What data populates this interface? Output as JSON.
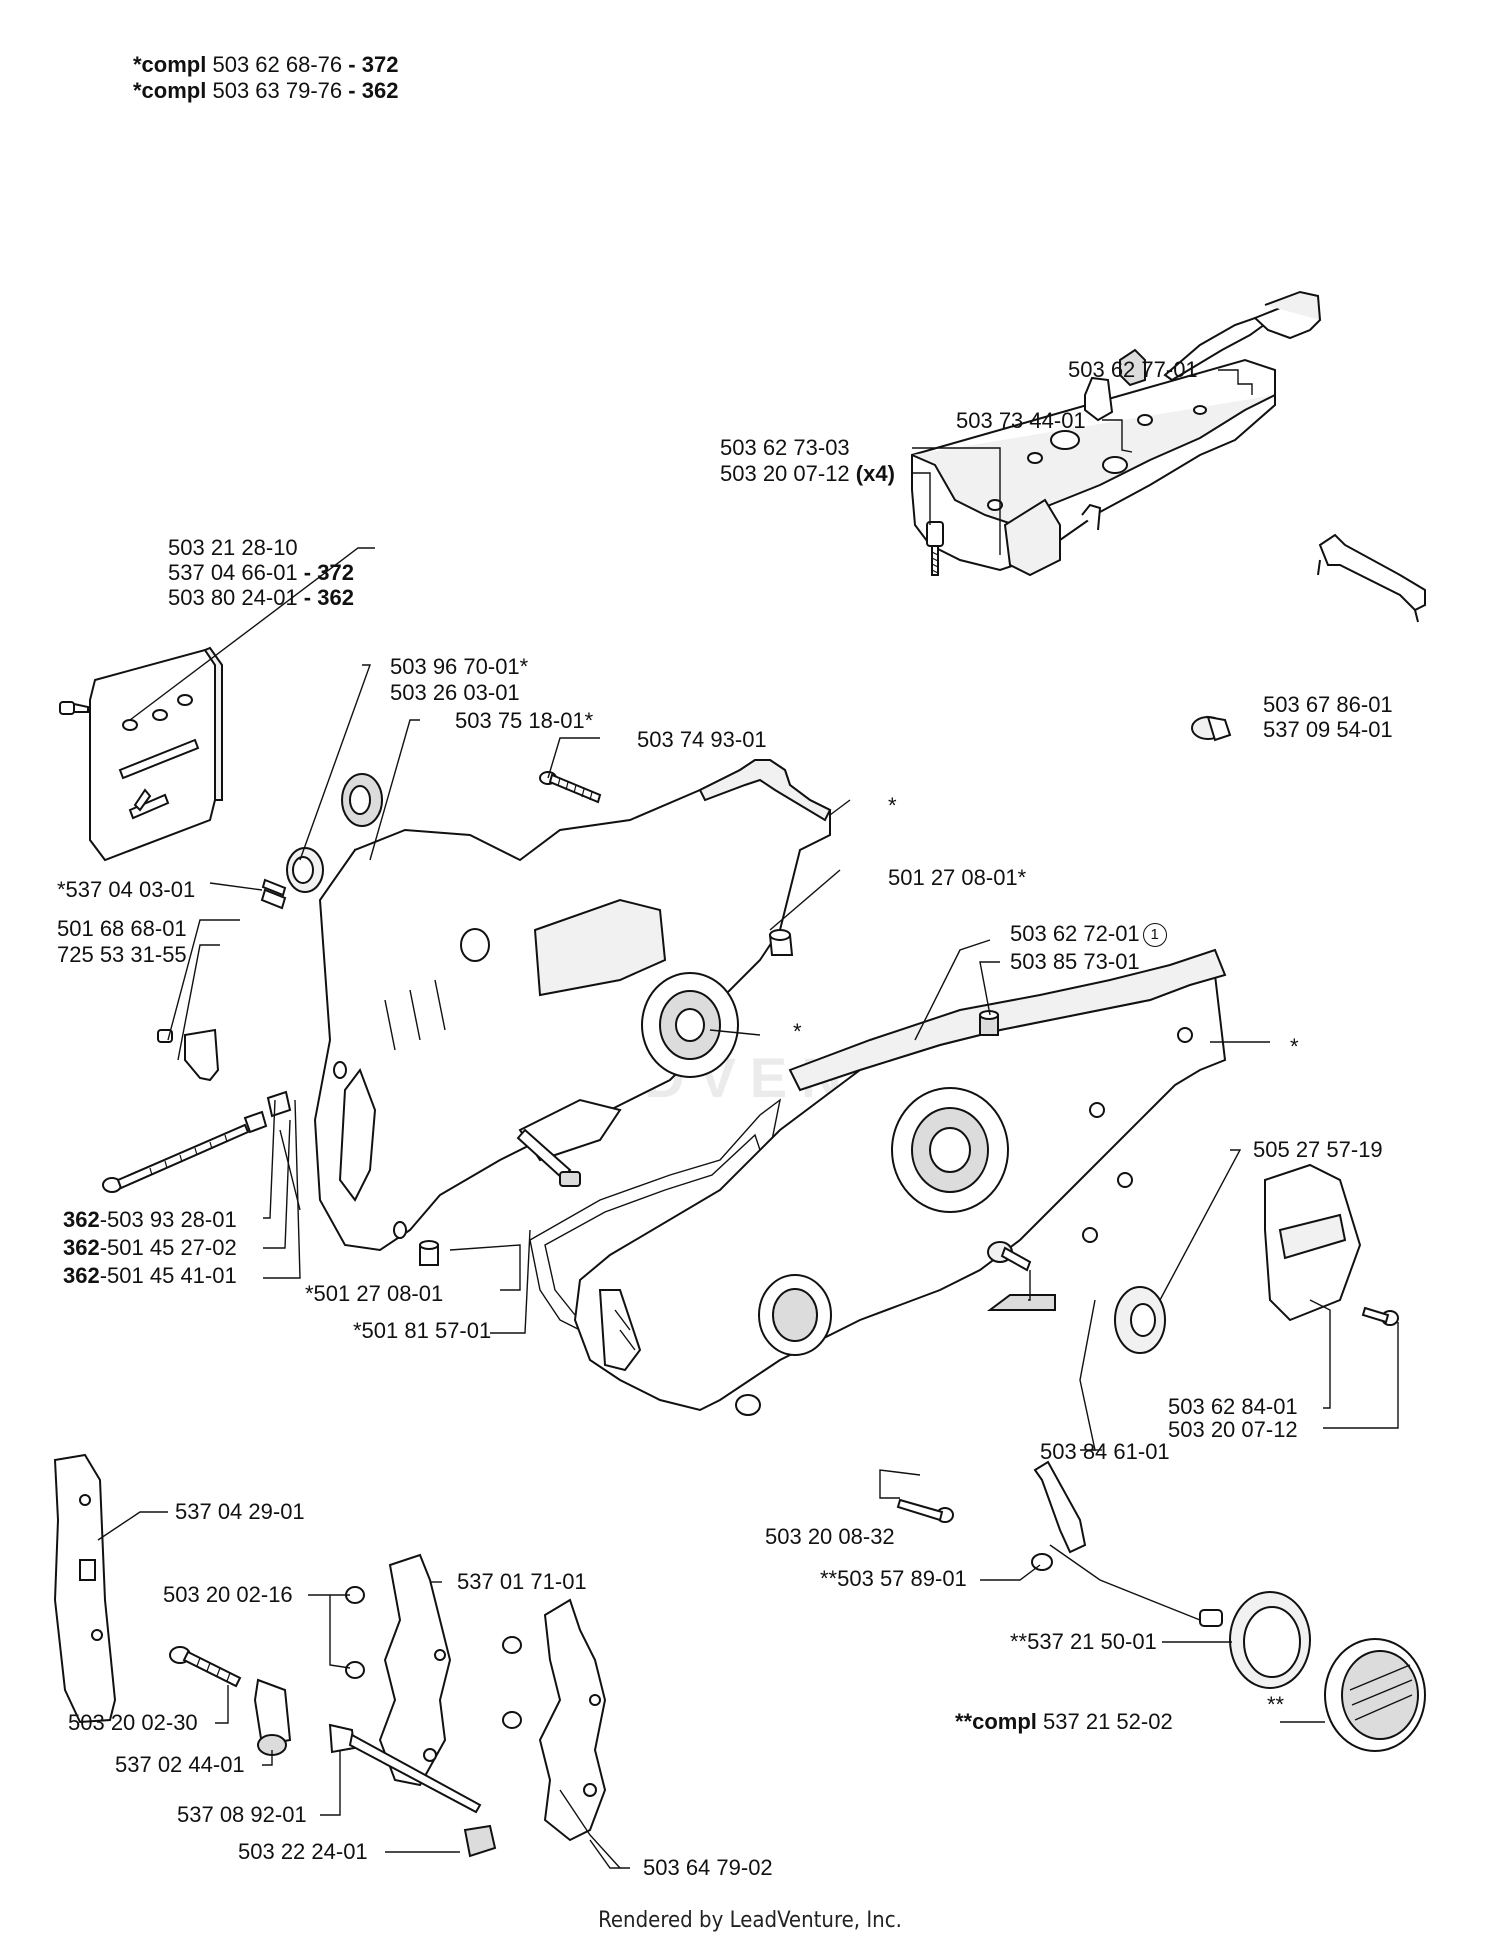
{
  "header": {
    "line1": {
      "prefix": "*compl",
      "number": "503 62 68-76",
      "sep": " - ",
      "model": "372"
    },
    "line2": {
      "prefix": "*compl",
      "number": "503 63 79-76",
      "sep": " - ",
      "model": "362"
    }
  },
  "labels": {
    "l_503627701": "503 62 77-01",
    "l_503734401": "503 73 44-01",
    "l_503627303": "503 62 73-03",
    "l_503200712x4": "503 20 07-12",
    "l_x4": "(x4)",
    "l_503212810": "503 21 28-10",
    "l_537046601": "537 04 66-01",
    "l_372a": " - 372",
    "l_503802401": "503 80 24-01",
    "l_362a": " - 362",
    "l_503967001": "503 96 70-01*",
    "l_503260301": "503 26 03-01",
    "l_503751801": "503 75 18-01*",
    "l_503749301": "503 74 93-01",
    "l_star1": "*",
    "l_503678601": "503 67 86-01",
    "l_537095401": "537 09 54-01",
    "l_537040301": "*537 04 03-01",
    "l_501270801a": "501 27 08-01*",
    "l_501686801": "501 68 68-01",
    "l_725533155": "725 53 31-55",
    "l_503627201": "503 62 72-01",
    "l_circ1": "1",
    "l_503857301": "503 85 73-01",
    "l_star2": "*",
    "l_star3": "*",
    "l_505275719": "505 27 57-19",
    "l_362b": "362",
    "l_503932801": "-503 93 28-01",
    "l_362c": "362",
    "l_501452702": "-501 45 27-02",
    "l_362d": "362",
    "l_501454101": "-501 45 41-01",
    "l_501270801b": "*501 27 08-01",
    "l_501815701": "*501 81 57-01",
    "l_503628401": "503 62 84-01",
    "l_503200712b": "503 20 07-12",
    "l_503846101": "503 84 61-01",
    "l_537042901": "537 04 29-01",
    "l_503200832": "503 20 08-32",
    "l_503200216": "503 20 02-16",
    "l_537017101": "537 01 71-01",
    "l_503578901": "**503 57 89-01",
    "l_537215001": "**537 21 50-01",
    "l_dstar": "**",
    "l_compl2prefix": "**compl",
    "l_compl2num": " 537 21 52-02",
    "l_503200230": "503 20 02-30",
    "l_537024401": "537 02 44-01",
    "l_537089201": "537 08 92-01",
    "l_503222401": "503 22 24-01",
    "l_503647902": "503 64 79-02"
  },
  "footer": "Rendered by LeadVenture, Inc."
}
